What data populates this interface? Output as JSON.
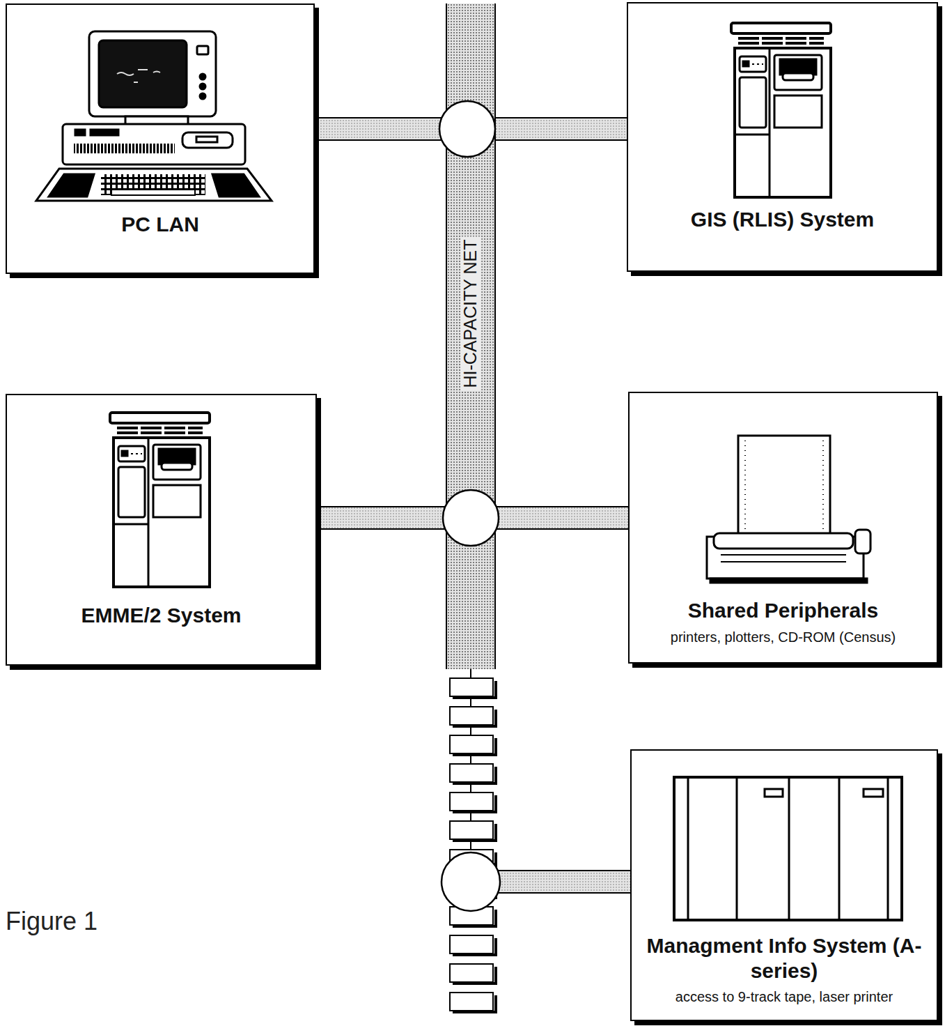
{
  "diagram": {
    "caption": "Figure 1",
    "nodes": [
      {
        "text": [
          "PC LAN"
        ]
      },
      {
        "text": [
          "HI-CAPACITY NET"
        ]
      },
      {
        "text": [
          "GIS (RLIS) System"
        ]
      },
      {
        "text": [
          "EMME/2 System"
        ]
      },
      {
        "text": [
          "Shared Peripherals",
          "printers, plotters, CD-ROM (Census)"
        ]
      },
      {
        "text": [
          "Managment Info System (A-series)",
          "access to 9-track tape, laser printer"
        ]
      }
    ],
    "edges": [
      {
        "from": 0,
        "to": 1,
        "arrow": "none"
      },
      {
        "from": 2,
        "to": 1,
        "arrow": "none"
      },
      {
        "from": 3,
        "to": 1,
        "arrow": "none"
      },
      {
        "from": 4,
        "to": 1,
        "arrow": "none"
      },
      {
        "from": 5,
        "to": 1,
        "arrow": "none"
      }
    ]
  }
}
